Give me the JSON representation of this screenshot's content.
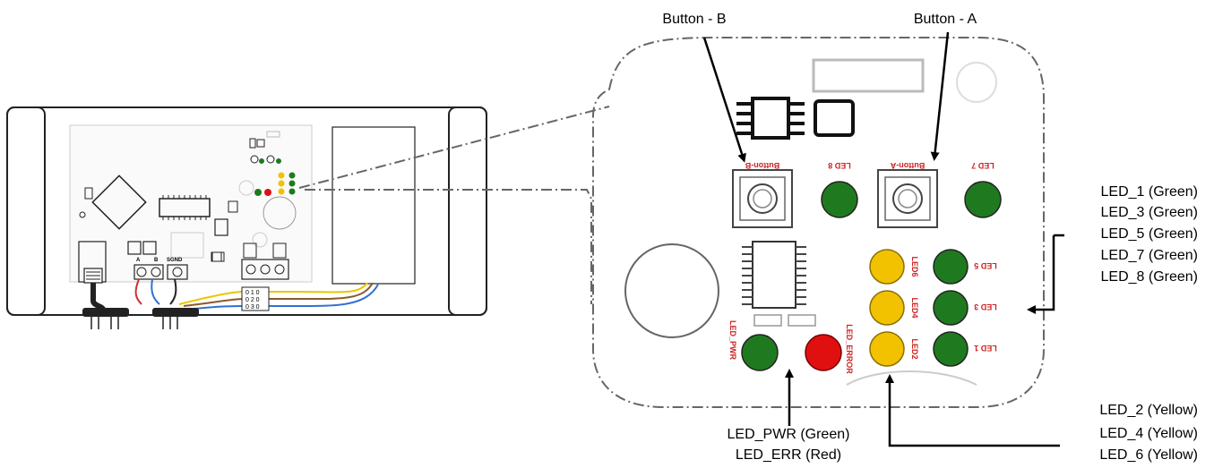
{
  "labels": {
    "button_b": "Button - B",
    "button_a": "Button - A",
    "leds_green_right": [
      "LED_1 (Green)",
      "LED_3 (Green)",
      "LED_5 (Green)",
      "LED_7 (Green)",
      "LED_8 (Green)"
    ],
    "leds_pwr_err": [
      "LED_PWR (Green)",
      "LED_ERR (Red)"
    ],
    "leds_yellow": [
      "LED_2 (Yellow)",
      "LED_4 (Yellow)",
      "LED_6 (Yellow)"
    ]
  },
  "silkscreen": {
    "button_b": "Button-B",
    "button_a": "Button-A",
    "led_8": "LED 8",
    "led_7": "LED 7",
    "led_6": "LED6",
    "led_4": "LED4",
    "led_2": "LED2",
    "led_5": "LED 5",
    "led_3": "LED 3",
    "led_1": "LED 1",
    "led_pwr": "LED_PWR",
    "led_error": "LED_ERROR"
  },
  "terminals": {
    "sgnd": "SGND",
    "a": "A",
    "b": "B",
    "jumper_rows": [
      "0 1 0",
      "0 2 0",
      "0 3 0"
    ]
  },
  "colors": {
    "led_green": "#1f7a1f",
    "led_yellow": "#f2c200",
    "led_red": "#e01010",
    "silk_red": "#cc2222",
    "wire_red": "#d03030",
    "wire_blue": "#3070d0",
    "wire_yellow": "#e8c800",
    "wire_brown": "#8a5a2a"
  }
}
